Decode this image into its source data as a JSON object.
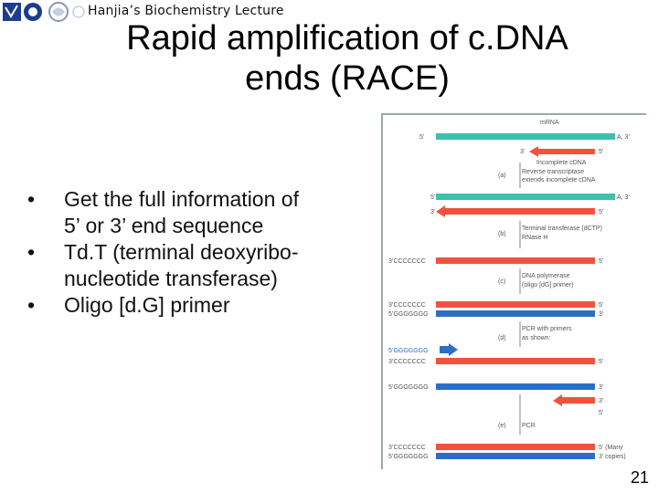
{
  "header": {
    "lecture_label": "Hanjia’s Biochemistry Lecture",
    "logo_icon": "institution-logo-icon"
  },
  "title": {
    "line1": "Rapid amplification of c.DNA",
    "line2": "ends (RACE)"
  },
  "bullets": [
    {
      "line1": "Get the full information of",
      "line2": "5’ or 3’ end sequence"
    },
    {
      "line1": "Td.T (terminal deoxyribo-",
      "line2": "nucleotide transferase)"
    },
    {
      "line1": "Oligo [d.G] primer",
      "line2": ""
    }
  ],
  "figure": {
    "colors": {
      "mrna": "#3fbfae",
      "cdna": "#f0523f",
      "primer": "#2a6fc6",
      "text": "#555555"
    },
    "labels": {
      "mrna": "mRNA",
      "five_prime": "5’",
      "three_prime": "3’",
      "a_three": "A, 3’",
      "incomplete": "Incomplete cDNA",
      "step_a": "(a)",
      "rt": "Reverse transcriptase",
      "rt2": "extends incomplete cDNA",
      "step_b": "(b)",
      "tdt": "Terminal transferase (dCTP)",
      "rnase": "RNase H",
      "c_tail": "3’CCCCCCC",
      "step_c": "(c)",
      "pol": "DNA polymerase",
      "pol2": "(oligo [dG] primer)",
      "c_tail5": "3’CCCCCCC",
      "g_tail5": "5’GGGGGGG",
      "step_d": "(d)",
      "pcr_primers": "PCR with primers",
      "pcr_primers2": "as shown:",
      "g_primer": "5’GGGGGGG",
      "step_e": "(e)",
      "pcr": "PCR",
      "many": "5’ (Many",
      "copies": "3’ copies)"
    }
  },
  "slide_number": "21"
}
